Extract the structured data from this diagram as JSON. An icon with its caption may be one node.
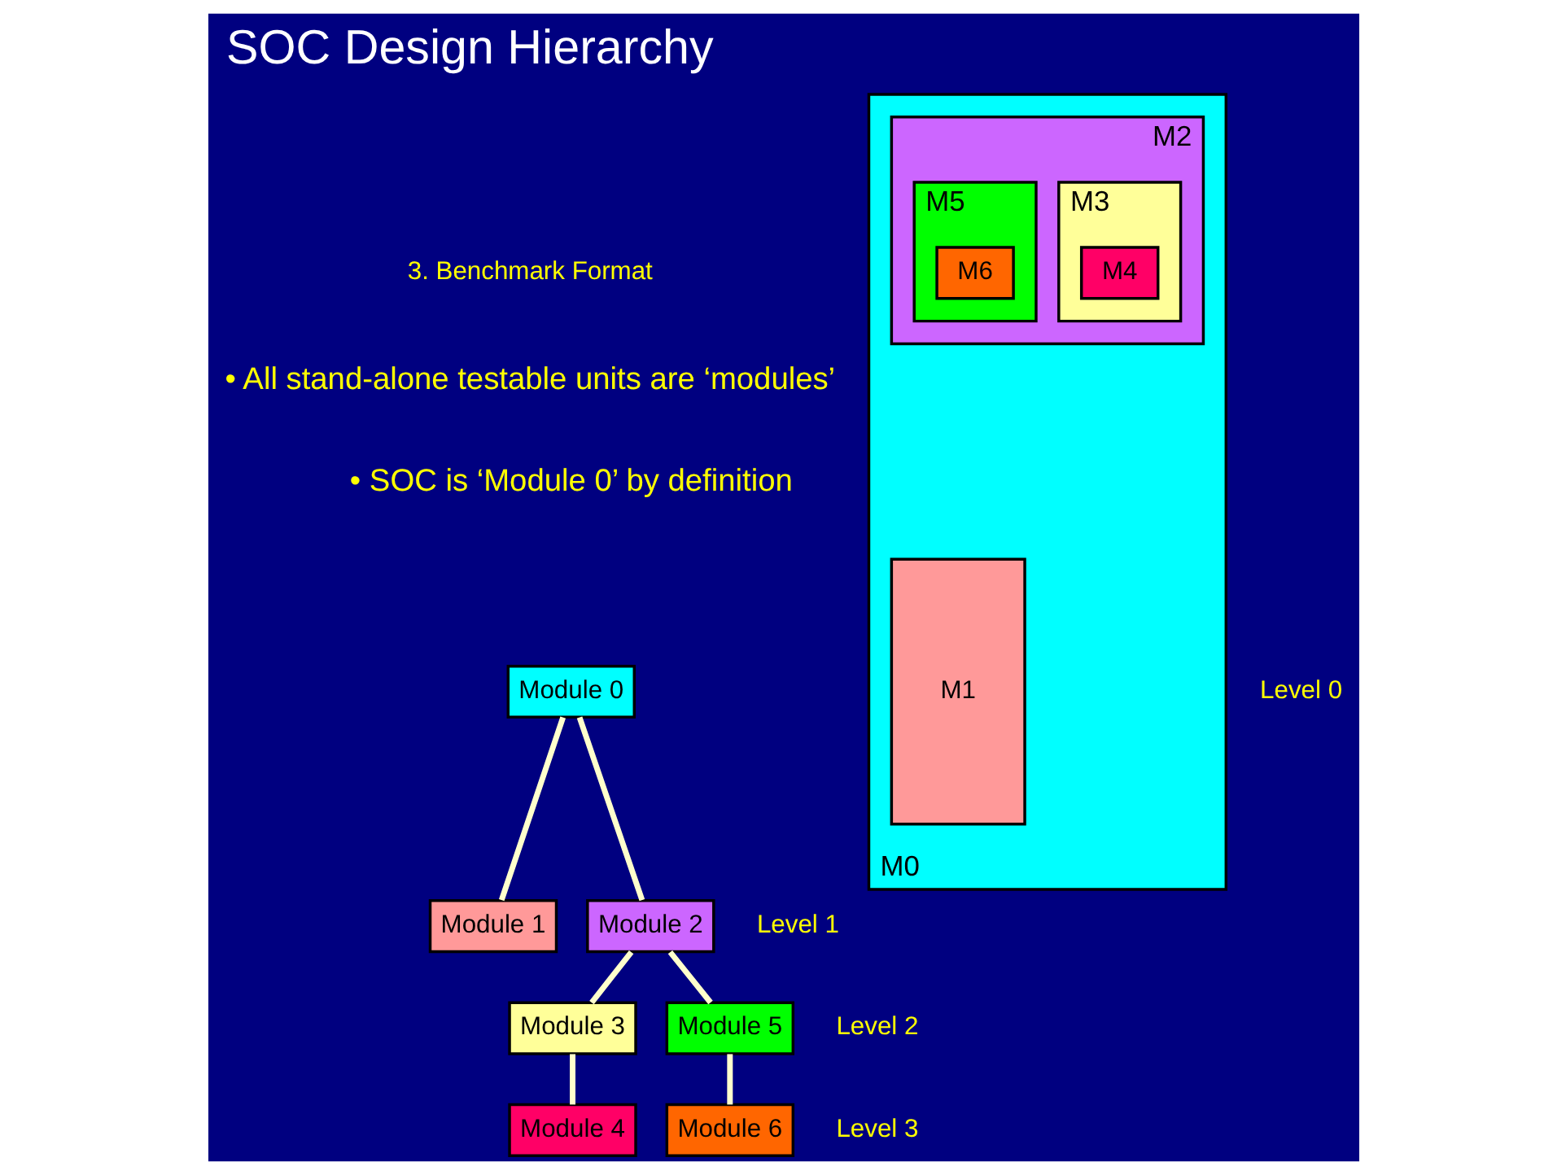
{
  "diagram": {
    "title": "SOC Design Hierarchy",
    "nodes": [
      {
        "text": [
          "M0"
        ]
      },
      {
        "text": [
          "M1"
        ],
        "in": 0
      },
      {
        "text": [
          "M2"
        ],
        "in": 0
      },
      {
        "text": [
          "M3"
        ],
        "in": 2
      },
      {
        "text": [
          "M4"
        ],
        "in": 3
      },
      {
        "text": [
          "M5"
        ],
        "in": 2
      },
      {
        "text": [
          "M6"
        ],
        "in": 5
      },
      {
        "text": [
          "Module 0"
        ]
      },
      {
        "text": [
          "Module 1"
        ]
      },
      {
        "text": [
          "Module 2"
        ]
      },
      {
        "text": [
          "Module 3"
        ]
      },
      {
        "text": [
          "Module 5"
        ]
      },
      {
        "text": [
          "Module 4"
        ]
      },
      {
        "text": [
          "Module 6"
        ]
      }
    ],
    "edges": [
      {
        "from": 7,
        "to": 8,
        "arrow": "none"
      },
      {
        "from": 7,
        "to": 9,
        "arrow": "none"
      },
      {
        "from": 9,
        "to": 10,
        "arrow": "none"
      },
      {
        "from": 9,
        "to": 11,
        "arrow": "none"
      },
      {
        "from": 10,
        "to": 12,
        "arrow": "none"
      },
      {
        "from": 11,
        "to": 13,
        "arrow": "none"
      }
    ],
    "labels": [
      "3. Benchmark Format",
      "• All stand-alone testable units are ‘modules’",
      "• SOC is ‘Module 0’ by definition",
      "Level 0",
      "Level 1",
      "Level 2",
      "Level 3"
    ]
  }
}
